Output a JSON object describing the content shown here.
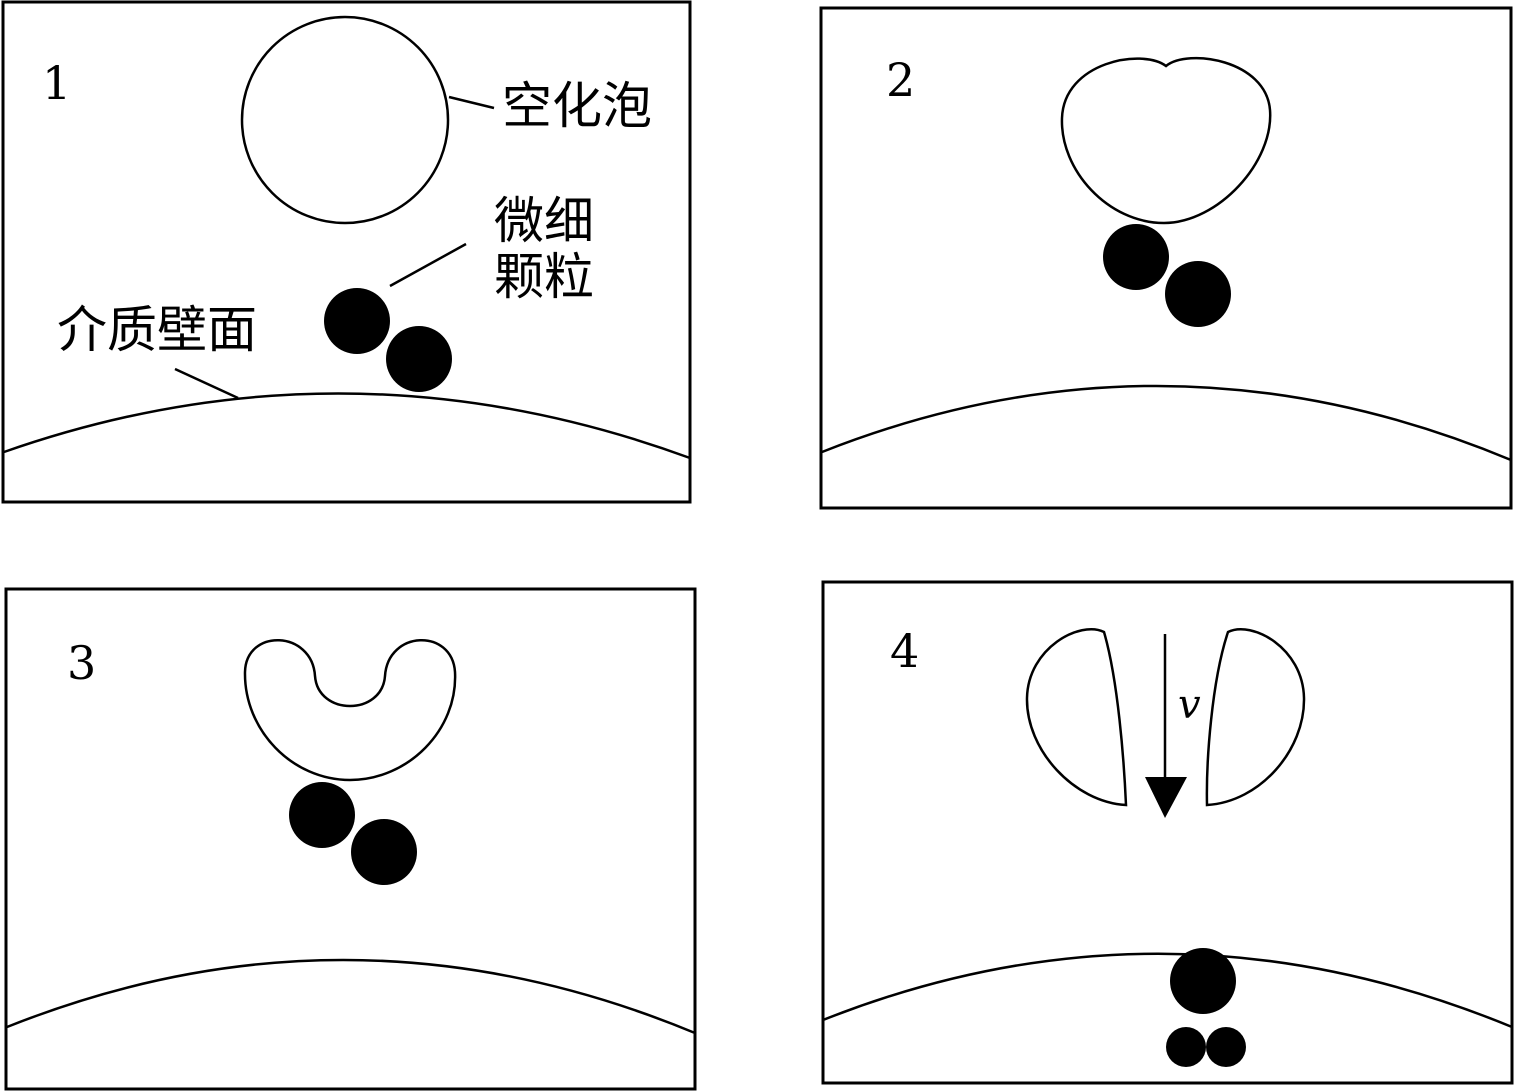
{
  "panels": [
    {
      "number": "1"
    },
    {
      "number": "2"
    },
    {
      "number": "3"
    },
    {
      "number": "4"
    }
  ],
  "labels": {
    "bubble": "空化泡",
    "particles_line1": "微细",
    "particles_line2": "颗粒",
    "wall": "介质壁面",
    "velocity": "v"
  }
}
